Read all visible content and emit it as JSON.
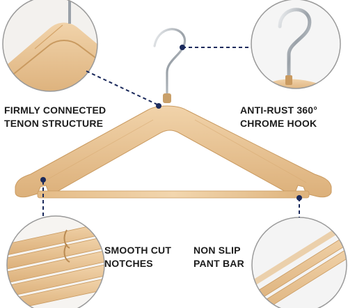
{
  "features": {
    "tenon": {
      "line1": "FIRMLY CONNECTED",
      "line2": "TENON STRUCTURE"
    },
    "hook": {
      "line1": "ANTI-RUST 360°",
      "line2": "CHROME HOOK"
    },
    "notches": {
      "line1": "SMOOTH CUT",
      "line2": "NOTCHES"
    },
    "bar": {
      "line1": "NON SLIP",
      "line2": "PANT BAR"
    }
  },
  "colors": {
    "background": "#ffffff",
    "wood": "#e9c596",
    "wood_dark": "#c99a60",
    "chrome": "#b9bec4",
    "callout_dot": "#1b2a5c",
    "callout_ring": "#9a9a9a",
    "label_text": "#1c1c1c"
  },
  "icons": {
    "product": "wooden-hanger-illustration",
    "callout_marker": "callout-dot-icon"
  }
}
